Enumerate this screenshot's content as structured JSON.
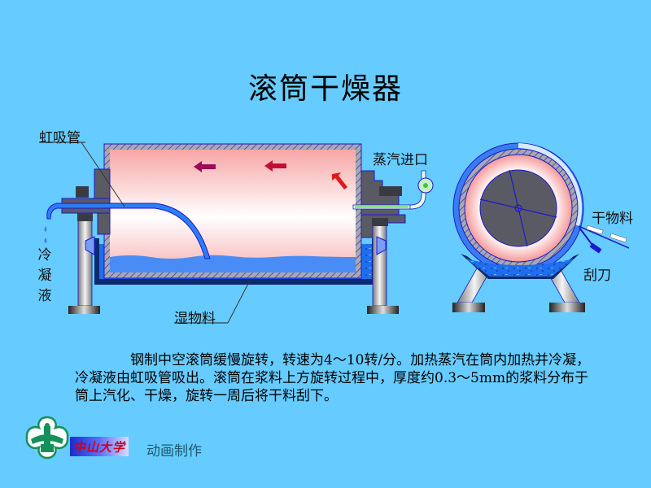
{
  "title": "滚筒干燥器",
  "labels": {
    "siphon": "虹吸管",
    "steam_inlet": "蒸汽进口",
    "condensate": [
      "冷",
      "凝",
      "液"
    ],
    "wet_material": "湿物料",
    "dry_material": "干物料",
    "scraper": "刮刀"
  },
  "description": "钢制中空滚筒缓慢旋转，转速为4～10转/分。加热蒸汽在筒内加热并冷凝，冷凝液由虹吸管吸出。滚筒在浆料上方旋转过程中，厚度约0.3～5mm的浆料分布于筒上汽化、干燥，旋转一周后将干料刮下。",
  "footer": {
    "school_name": "中山大学",
    "credit": "动画制作"
  },
  "colors": {
    "background": "#66ccff",
    "slurry": "#1e6ef0",
    "drum_outline": "#1a1acc",
    "metal": "#5a5a64",
    "arrow": "#b0104a",
    "logo_green": "#14915a"
  }
}
